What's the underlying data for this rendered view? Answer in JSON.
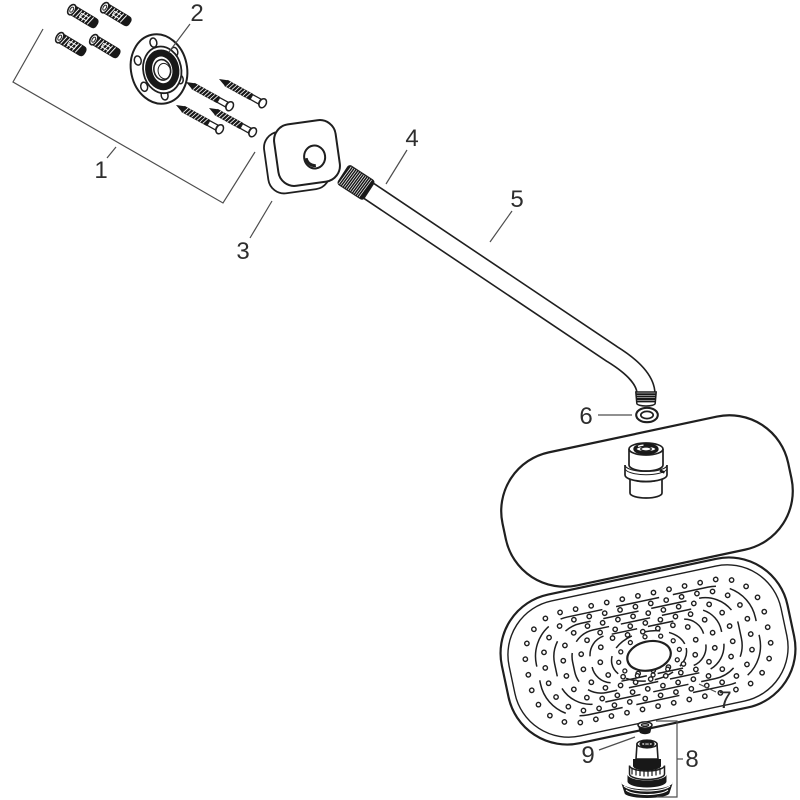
{
  "diagram": {
    "subject": "overhead-shower-exploded-parts-diagram",
    "background_color": "#ffffff",
    "line_color": "#1f1f1f",
    "dark_fill_color": "#181818",
    "leader_color": "#4d4d4d",
    "label_color": "#2e2e2e",
    "callouts": [
      {
        "id": "1",
        "label": "1",
        "part": "fixing-set-plugs-and-screws"
      },
      {
        "id": "2",
        "label": "2",
        "part": "wall-flange"
      },
      {
        "id": "3",
        "label": "3",
        "part": "escutcheon-plate"
      },
      {
        "id": "4",
        "label": "4",
        "part": "arm-thread-connection"
      },
      {
        "id": "5",
        "label": "5",
        "part": "shower-arm"
      },
      {
        "id": "6",
        "label": "6",
        "part": "o-ring-seal"
      },
      {
        "id": "7",
        "label": "7",
        "part": "spray-plate"
      },
      {
        "id": "8",
        "label": "8",
        "part": "flow-regulator-assembly"
      },
      {
        "id": "9",
        "label": "9",
        "part": "sieve-seal"
      }
    ]
  }
}
